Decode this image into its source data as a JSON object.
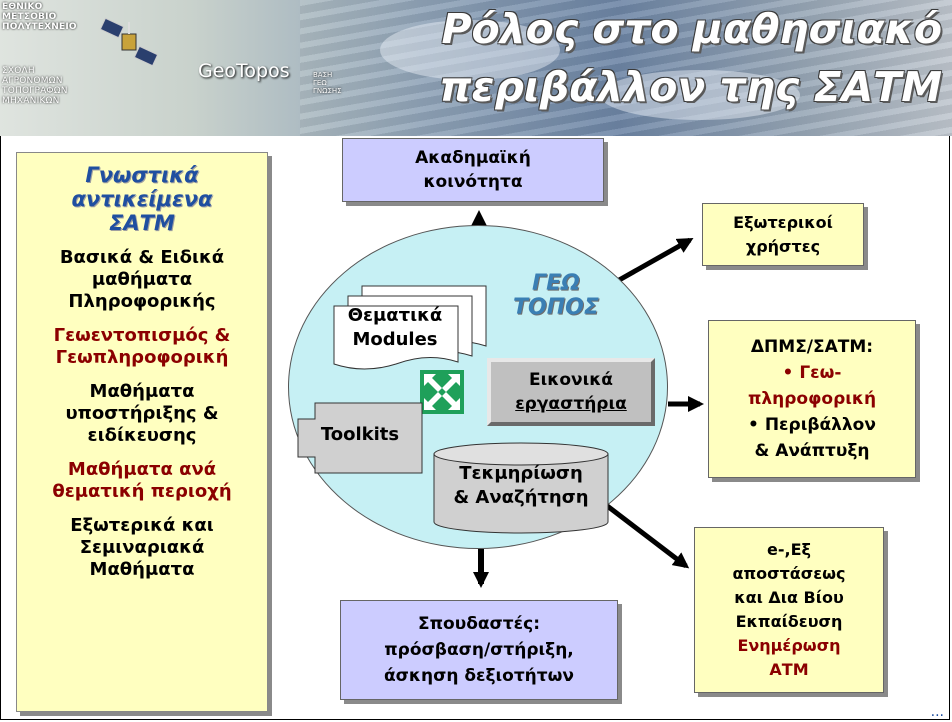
{
  "header": {
    "institution_lines": [
      "ΕΘΝΙΚΟ",
      "ΜΕΤΣΟΒΙΟ",
      "ΠΟΛΥΤΕΧΝΕΙΟ"
    ],
    "school_lines": [
      "ΣΧΟΛΗ",
      "ΑΓΡΟΝΟΜΩΝ",
      "ΤΟΠΟΓΡΑΦΩΝ",
      "ΜΗΧΑΝΙΚΩΝ"
    ],
    "brand": "GeoTopos",
    "base_lines": [
      "ΒΑΣΗ",
      "ΓΕΩ",
      "ΓΝΩΣΗΣ"
    ],
    "title_line1": "Ρόλος στο μαθησιακό",
    "title_line2": "περιβάλλον της ΣΑΤΜ"
  },
  "left_panel": {
    "heading": [
      "Γνωστικά",
      "αντικείμενα",
      "ΣΑΤΜ"
    ],
    "items": [
      {
        "lines": [
          "Βασικά & Ειδικά",
          "μαθήματα",
          "Πληροφορικής"
        ],
        "color": "black"
      },
      {
        "lines": [
          "Γεωεντοπισμός &",
          "Γεωπληροφορική"
        ],
        "color": "red"
      },
      {
        "lines": [
          "Μαθήματα",
          "υποστήριξης &",
          "ειδίκευσης"
        ],
        "color": "black"
      },
      {
        "lines": [
          "Μαθήματα ανά",
          "θεματική περιοχή"
        ],
        "color": "red"
      },
      {
        "lines": [
          "Εξωτερικά και",
          "Σεμιναριακά",
          "Μαθήματα"
        ],
        "color": "black"
      }
    ]
  },
  "nodes": {
    "academic": [
      "Ακαδημαϊκή",
      "κοινότητα"
    ],
    "external_users": [
      "Εξωτερικοί",
      "χρήστες"
    ],
    "postgrad": {
      "title": "ΔΠΜΣ/ΣΑΤΜ:",
      "line1": "• Γεω-",
      "line2": "πληροφορική",
      "line3": "• Περιβάλλον",
      "line4": "& Ανάπτυξη"
    },
    "distance": {
      "lines_black": [
        "e-,Εξ",
        "αποστάσεως",
        "και Δια Βίου",
        "Εκπαίδευση"
      ],
      "lines_red": [
        "Ενημέρωση",
        "ΑΤΜ"
      ]
    },
    "students": [
      "Σπουδαστές:",
      "πρόσβαση/στήριξη,",
      "άσκηση δεξιοτήτων"
    ]
  },
  "center": {
    "geotopos": [
      "ΓΕΩ",
      "ΤΟΠΟΣ"
    ],
    "modules": [
      "Θεματικά",
      "Modules"
    ],
    "virtual_labs": [
      "Εικονικά",
      "εργαστήρια"
    ],
    "toolkits": "Toolkits",
    "documentation": [
      "Τεκμηρίωση",
      "& Αναζήτηση"
    ]
  },
  "footer": {
    "ellipsis": "..."
  },
  "colors": {
    "panel_yellow": "#ffffc0",
    "box_lavender": "#ccccff",
    "circle": "#c6f0f4",
    "heading_blue": "#1f4fa0",
    "accent_red": "#8b0000"
  }
}
